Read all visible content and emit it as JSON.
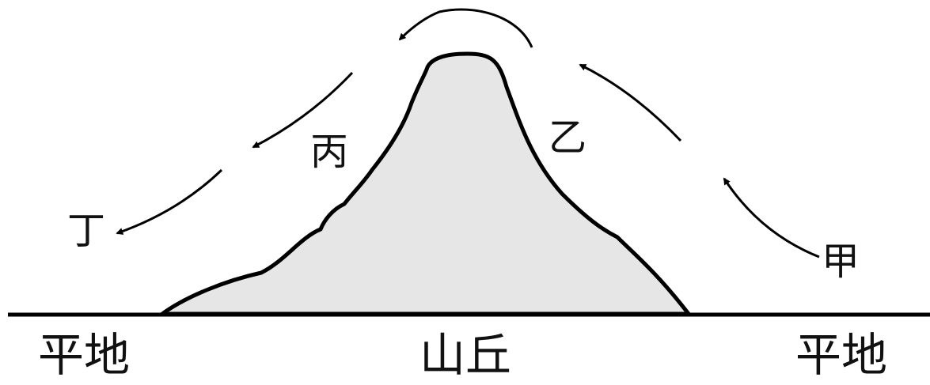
{
  "labels": {
    "jia": "甲",
    "yi": "乙",
    "bing": "丙",
    "ding": "丁",
    "plain_left": "平地",
    "hill": "山丘",
    "plain_right": "平地"
  },
  "colors": {
    "hill_fill": "#e6e6e6",
    "stroke": "#000000",
    "background": "#ffffff"
  }
}
